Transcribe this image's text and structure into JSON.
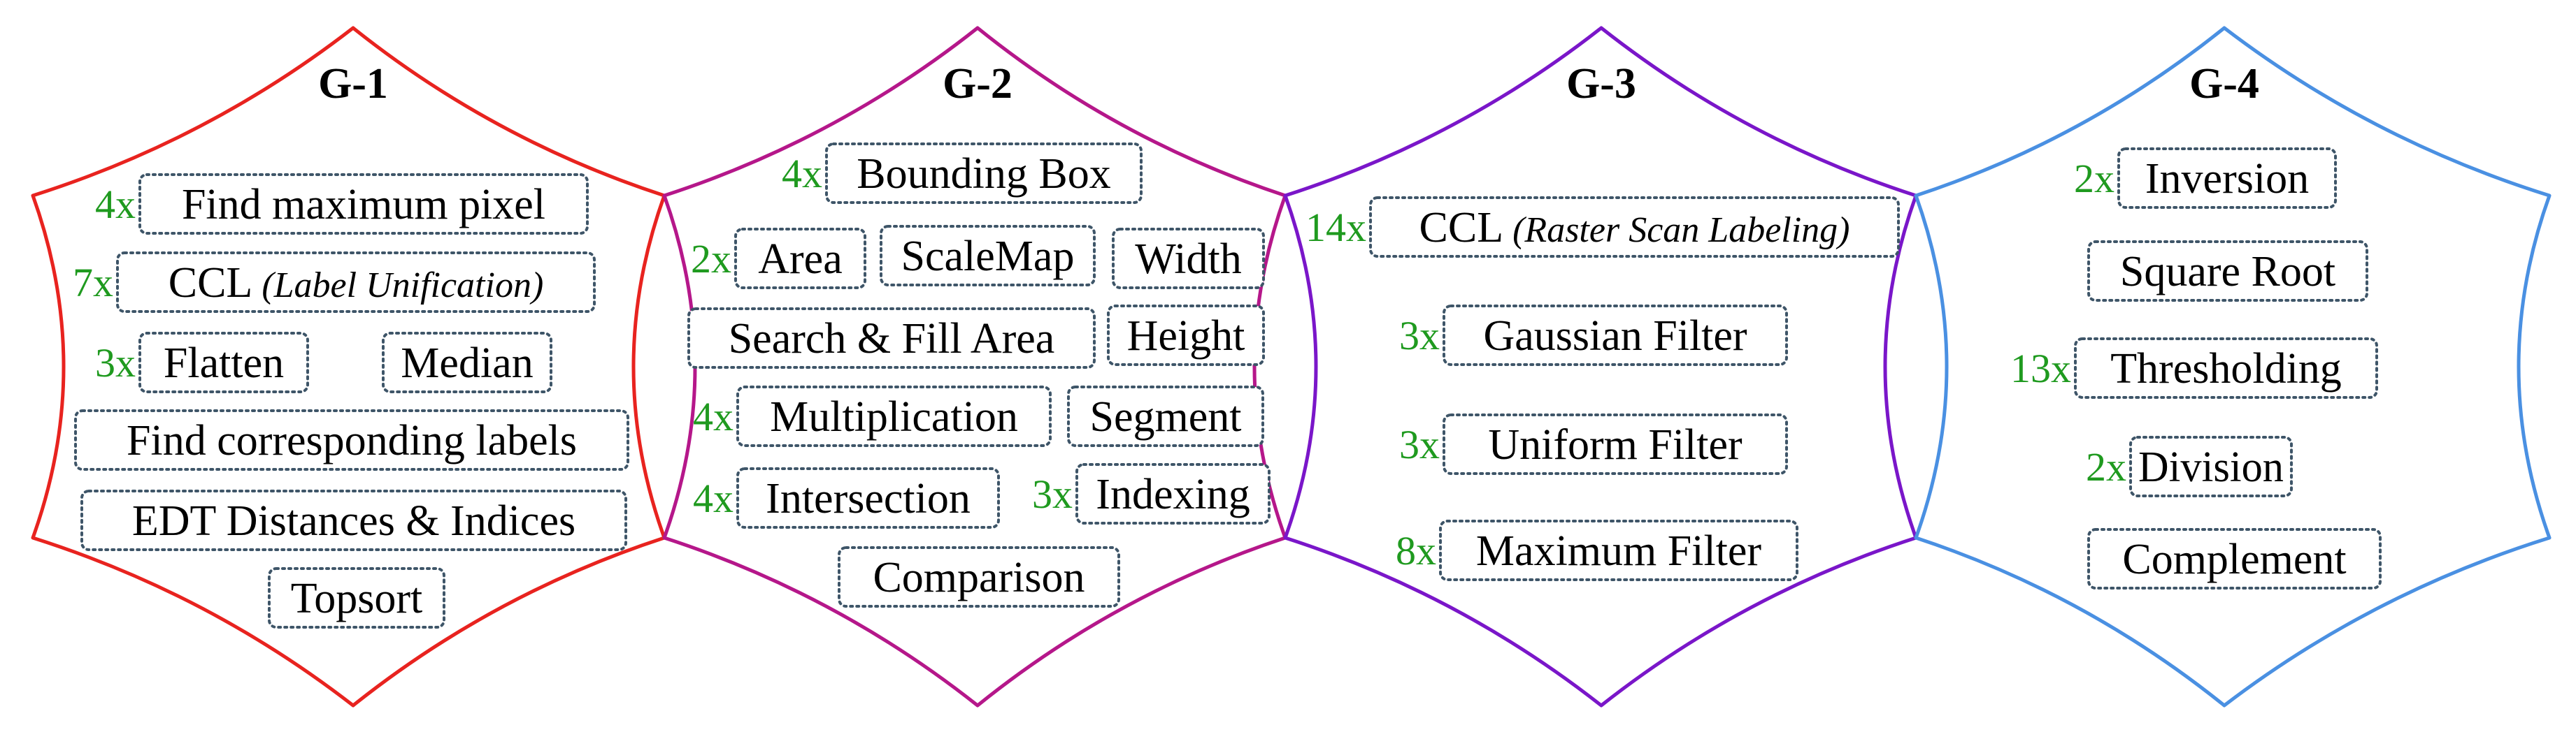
{
  "colors": {
    "multiplier": "#1f9a1f",
    "box_border": "#3e5568",
    "text": "#000000"
  },
  "groups": [
    {
      "title": "G-1",
      "color": "#e8231f",
      "items": [
        {
          "label": "Find maximum pixel",
          "multiplier": "4x"
        },
        {
          "label": "CCL",
          "sublabel": "(Label Unification)",
          "multiplier": "7x"
        },
        {
          "label": "Flatten",
          "multiplier": "3x"
        },
        {
          "label": "Median"
        },
        {
          "label": "Find corresponding labels"
        },
        {
          "label": "EDT Distances & Indices"
        },
        {
          "label": "Topsort"
        }
      ]
    },
    {
      "title": "G-2",
      "color": "#b5178a",
      "items": [
        {
          "label": "Bounding Box",
          "multiplier": "4x"
        },
        {
          "label": "Area",
          "multiplier": "2x"
        },
        {
          "label": "ScaleMap"
        },
        {
          "label": "Width"
        },
        {
          "label": "Search & Fill Area"
        },
        {
          "label": "Height"
        },
        {
          "label": "Multiplication",
          "multiplier": "4x"
        },
        {
          "label": "Segment"
        },
        {
          "label": "Intersection",
          "multiplier": "4x"
        },
        {
          "label": "Indexing",
          "multiplier": "3x"
        },
        {
          "label": "Comparison"
        }
      ]
    },
    {
      "title": "G-3",
      "color": "#7a16c9",
      "items": [
        {
          "label": "CCL",
          "sublabel": "(Raster Scan Labeling)",
          "multiplier": "14x"
        },
        {
          "label": "Gaussian Filter",
          "multiplier": "3x"
        },
        {
          "label": "Uniform Filter",
          "multiplier": "3x"
        },
        {
          "label": "Maximum Filter",
          "multiplier": "8x"
        }
      ]
    },
    {
      "title": "G-4",
      "color": "#4a90e2",
      "items": [
        {
          "label": "Inversion",
          "multiplier": "2x"
        },
        {
          "label": "Square Root"
        },
        {
          "label": "Thresholding",
          "multiplier": "13x"
        },
        {
          "label": "Division",
          "multiplier": "2x"
        },
        {
          "label": "Complement"
        }
      ]
    }
  ]
}
